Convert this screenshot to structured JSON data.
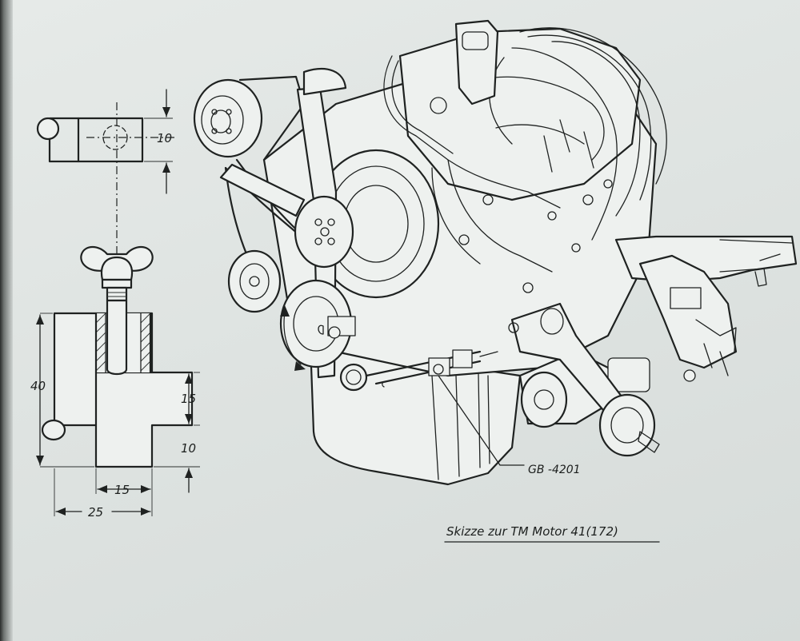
{
  "drawing": {
    "dimensions": {
      "dim_top_height": "10",
      "dim_total_height": "40",
      "dim_step_height": "15",
      "dim_base_height": "10",
      "dim_inner_width": "15",
      "dim_total_width": "25"
    },
    "callout_label": "GB -4201",
    "caption": "Skizze zur TM Motor 41(172)"
  }
}
